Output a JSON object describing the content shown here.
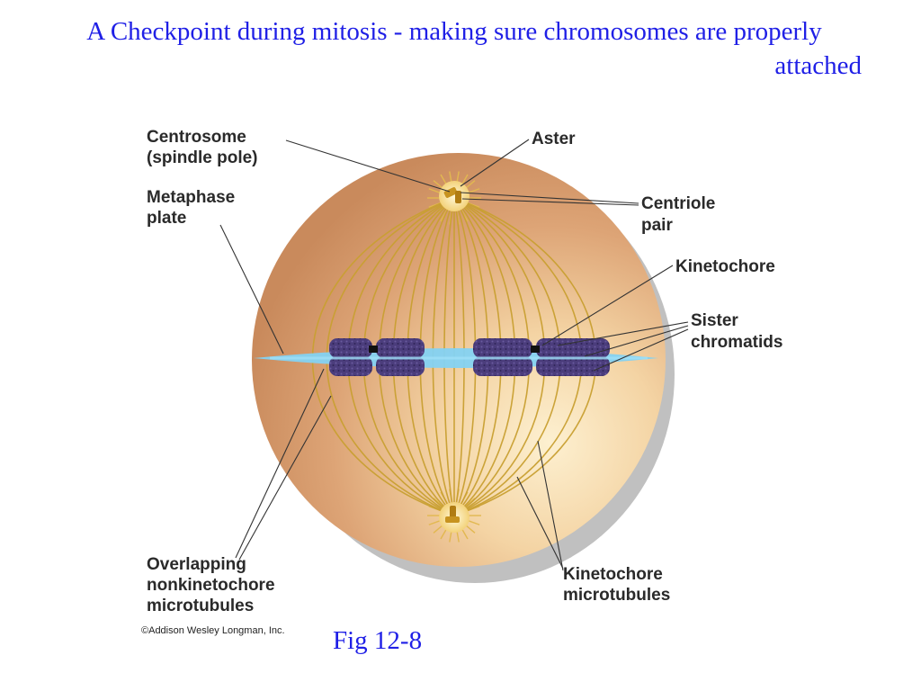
{
  "slide": {
    "title_line1": "A Checkpoint during mitosis - making sure chromosomes are properly",
    "title_line2": "attached",
    "figure_ref": "Fig 12-8",
    "copyright": "©Addison Wesley Longman, Inc."
  },
  "labels": {
    "centrosome_1": "Centrosome",
    "centrosome_2": "(spindle pole)",
    "metaphase_1": "Metaphase",
    "metaphase_2": "plate",
    "aster": "Aster",
    "centriole_1": "Centriole",
    "centriole_2": "pair",
    "kinetochore": "Kinetochore",
    "sister_1": "Sister",
    "sister_2": "chromatids",
    "overlapping_1": "Overlapping",
    "overlapping_2": "nonkinetochore",
    "overlapping_3": "microtubules",
    "kmt_1": "Kinetochore",
    "kmt_2": "microtubules"
  },
  "colors": {
    "title": "#1f1fe6",
    "cell_fill": "#d49a6a",
    "cell_light": "#fbe7c0",
    "spindle": "#c9a032",
    "metaphase_plate": "#7fd0f0",
    "chromosome": "#4a3f7a",
    "leader_line": "#333333"
  }
}
